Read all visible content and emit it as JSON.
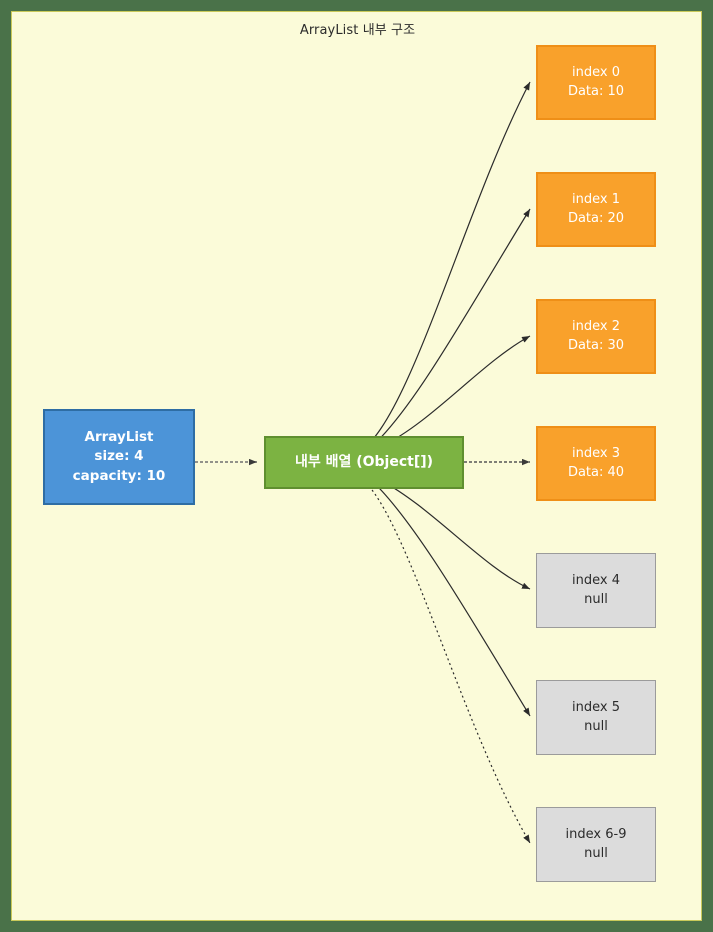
{
  "diagram": {
    "title": "ArrayList 내부 구조",
    "colors": {
      "frame": "#4a7249",
      "canvas": "#fbfbd9",
      "arraylist_fill": "#4c94d8",
      "arraylist_stroke": "#2e6da4",
      "array_fill": "#7cb342",
      "array_stroke": "#5f8f2f",
      "filled_slot_fill": "#f9a12b",
      "filled_slot_stroke": "#ef8f17",
      "empty_slot_fill": "#dcdcdc",
      "empty_slot_stroke": "#9b9b9b",
      "edge": "#3a3a3a"
    },
    "nodes": {
      "arraylist": {
        "title": "ArrayList",
        "size": "size: 4",
        "capacity": "capacity: 10"
      },
      "array": {
        "label": "내부 배열 (Object[])"
      },
      "slots": [
        {
          "index_label": "index 0",
          "value_label": "Data: 10",
          "state": "filled"
        },
        {
          "index_label": "index 1",
          "value_label": "Data: 20",
          "state": "filled"
        },
        {
          "index_label": "index 2",
          "value_label": "Data: 30",
          "state": "filled"
        },
        {
          "index_label": "index 3",
          "value_label": "Data: 40",
          "state": "filled"
        },
        {
          "index_label": "index 4",
          "value_label": "null",
          "state": "empty"
        },
        {
          "index_label": "index 5",
          "value_label": "null",
          "state": "empty"
        },
        {
          "index_label": "index 6-9",
          "value_label": "null",
          "state": "empty"
        }
      ]
    },
    "edges": [
      {
        "from": "arraylist",
        "to": "array",
        "style": "solid-straight"
      },
      {
        "from": "array",
        "to": "slot-0",
        "style": "curved"
      },
      {
        "from": "array",
        "to": "slot-1",
        "style": "curved"
      },
      {
        "from": "array",
        "to": "slot-2",
        "style": "curved"
      },
      {
        "from": "array",
        "to": "slot-3",
        "style": "straight"
      },
      {
        "from": "array",
        "to": "slot-4",
        "style": "curved"
      },
      {
        "from": "array",
        "to": "slot-5",
        "style": "curved"
      },
      {
        "from": "array",
        "to": "slot-6",
        "style": "dotted-curved"
      }
    ]
  }
}
